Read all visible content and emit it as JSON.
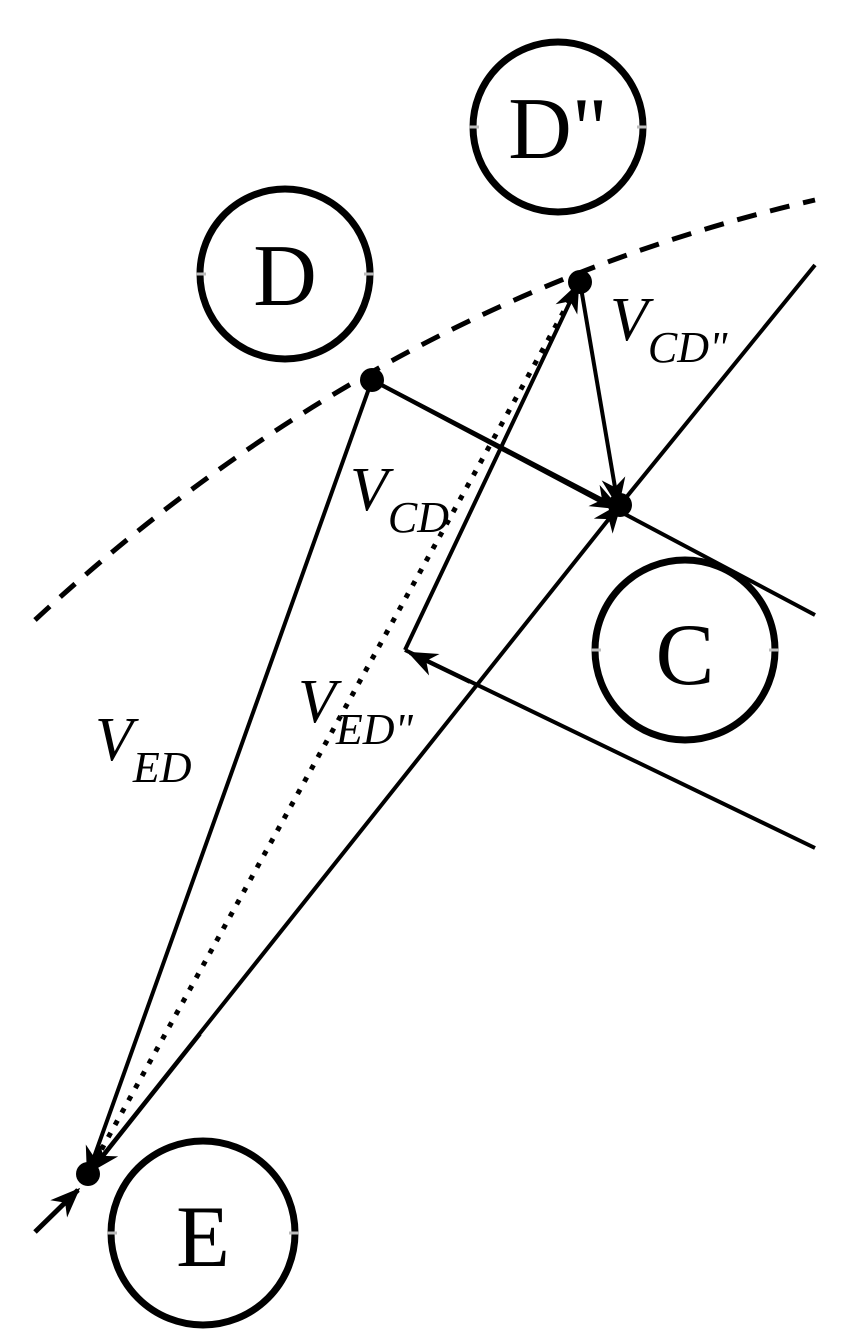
{
  "colors": {
    "ink": "#000000",
    "background": "#ffffff",
    "tick": "#bbbbbb"
  },
  "nodes": {
    "D": "D",
    "D2": "D\"",
    "C": "C",
    "E": "E"
  },
  "vectors": {
    "v_cd": {
      "main": "V",
      "sub": "CD"
    },
    "v_cd2": {
      "main": "V",
      "sub": "CD\""
    },
    "v_ed": {
      "main": "V",
      "sub": "ED"
    },
    "v_ed2": {
      "main": "V",
      "sub": "ED\""
    }
  }
}
